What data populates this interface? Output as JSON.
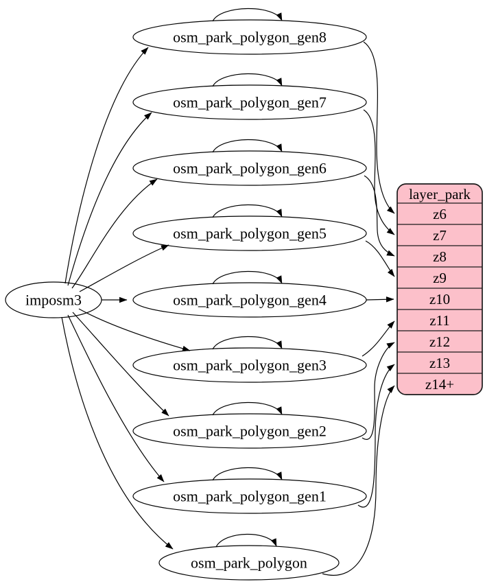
{
  "diagram": {
    "background_color": "#ffffff",
    "edge_color": "#000000",
    "source_node": {
      "label": "imposm3"
    },
    "table_nodes": [
      {
        "id": "gen8",
        "label": "osm_park_polygon_gen8"
      },
      {
        "id": "gen7",
        "label": "osm_park_polygon_gen7"
      },
      {
        "id": "gen6",
        "label": "osm_park_polygon_gen6"
      },
      {
        "id": "gen5",
        "label": "osm_park_polygon_gen5"
      },
      {
        "id": "gen4",
        "label": "osm_park_polygon_gen4"
      },
      {
        "id": "gen3",
        "label": "osm_park_polygon_gen3"
      },
      {
        "id": "gen2",
        "label": "osm_park_polygon_gen2"
      },
      {
        "id": "gen1",
        "label": "osm_park_polygon_gen1"
      },
      {
        "id": "polygon",
        "label": "osm_park_polygon"
      }
    ],
    "layer_table": {
      "title": "layer_park",
      "rows": [
        "z6",
        "z7",
        "z8",
        "z9",
        "z10",
        "z11",
        "z12",
        "z13",
        "z14+"
      ],
      "fill": "#fcc0ca",
      "border": "#1a1a1a"
    },
    "edges": [
      {
        "from": "imposm3",
        "to": "osm_park_polygon_gen8"
      },
      {
        "from": "imposm3",
        "to": "osm_park_polygon_gen7"
      },
      {
        "from": "imposm3",
        "to": "osm_park_polygon_gen6"
      },
      {
        "from": "imposm3",
        "to": "osm_park_polygon_gen5"
      },
      {
        "from": "imposm3",
        "to": "osm_park_polygon_gen4"
      },
      {
        "from": "imposm3",
        "to": "osm_park_polygon_gen3"
      },
      {
        "from": "imposm3",
        "to": "osm_park_polygon_gen2"
      },
      {
        "from": "imposm3",
        "to": "osm_park_polygon_gen1"
      },
      {
        "from": "imposm3",
        "to": "osm_park_polygon"
      },
      {
        "from": "osm_park_polygon_gen8",
        "to": "osm_park_polygon_gen8"
      },
      {
        "from": "osm_park_polygon_gen7",
        "to": "osm_park_polygon_gen7"
      },
      {
        "from": "osm_park_polygon_gen6",
        "to": "osm_park_polygon_gen6"
      },
      {
        "from": "osm_park_polygon_gen5",
        "to": "osm_park_polygon_gen5"
      },
      {
        "from": "osm_park_polygon_gen4",
        "to": "osm_park_polygon_gen4"
      },
      {
        "from": "osm_park_polygon_gen3",
        "to": "osm_park_polygon_gen3"
      },
      {
        "from": "osm_park_polygon_gen2",
        "to": "osm_park_polygon_gen2"
      },
      {
        "from": "osm_park_polygon_gen1",
        "to": "osm_park_polygon_gen1"
      },
      {
        "from": "osm_park_polygon",
        "to": "osm_park_polygon"
      },
      {
        "from": "osm_park_polygon_gen8",
        "to": "layer_park.z6"
      },
      {
        "from": "osm_park_polygon_gen7",
        "to": "layer_park.z7"
      },
      {
        "from": "osm_park_polygon_gen6",
        "to": "layer_park.z8"
      },
      {
        "from": "osm_park_polygon_gen5",
        "to": "layer_park.z9"
      },
      {
        "from": "osm_park_polygon_gen4",
        "to": "layer_park.z10"
      },
      {
        "from": "osm_park_polygon_gen3",
        "to": "layer_park.z11"
      },
      {
        "from": "osm_park_polygon_gen2",
        "to": "layer_park.z12"
      },
      {
        "from": "osm_park_polygon_gen1",
        "to": "layer_park.z13"
      },
      {
        "from": "osm_park_polygon",
        "to": "layer_park.z14+"
      }
    ]
  }
}
